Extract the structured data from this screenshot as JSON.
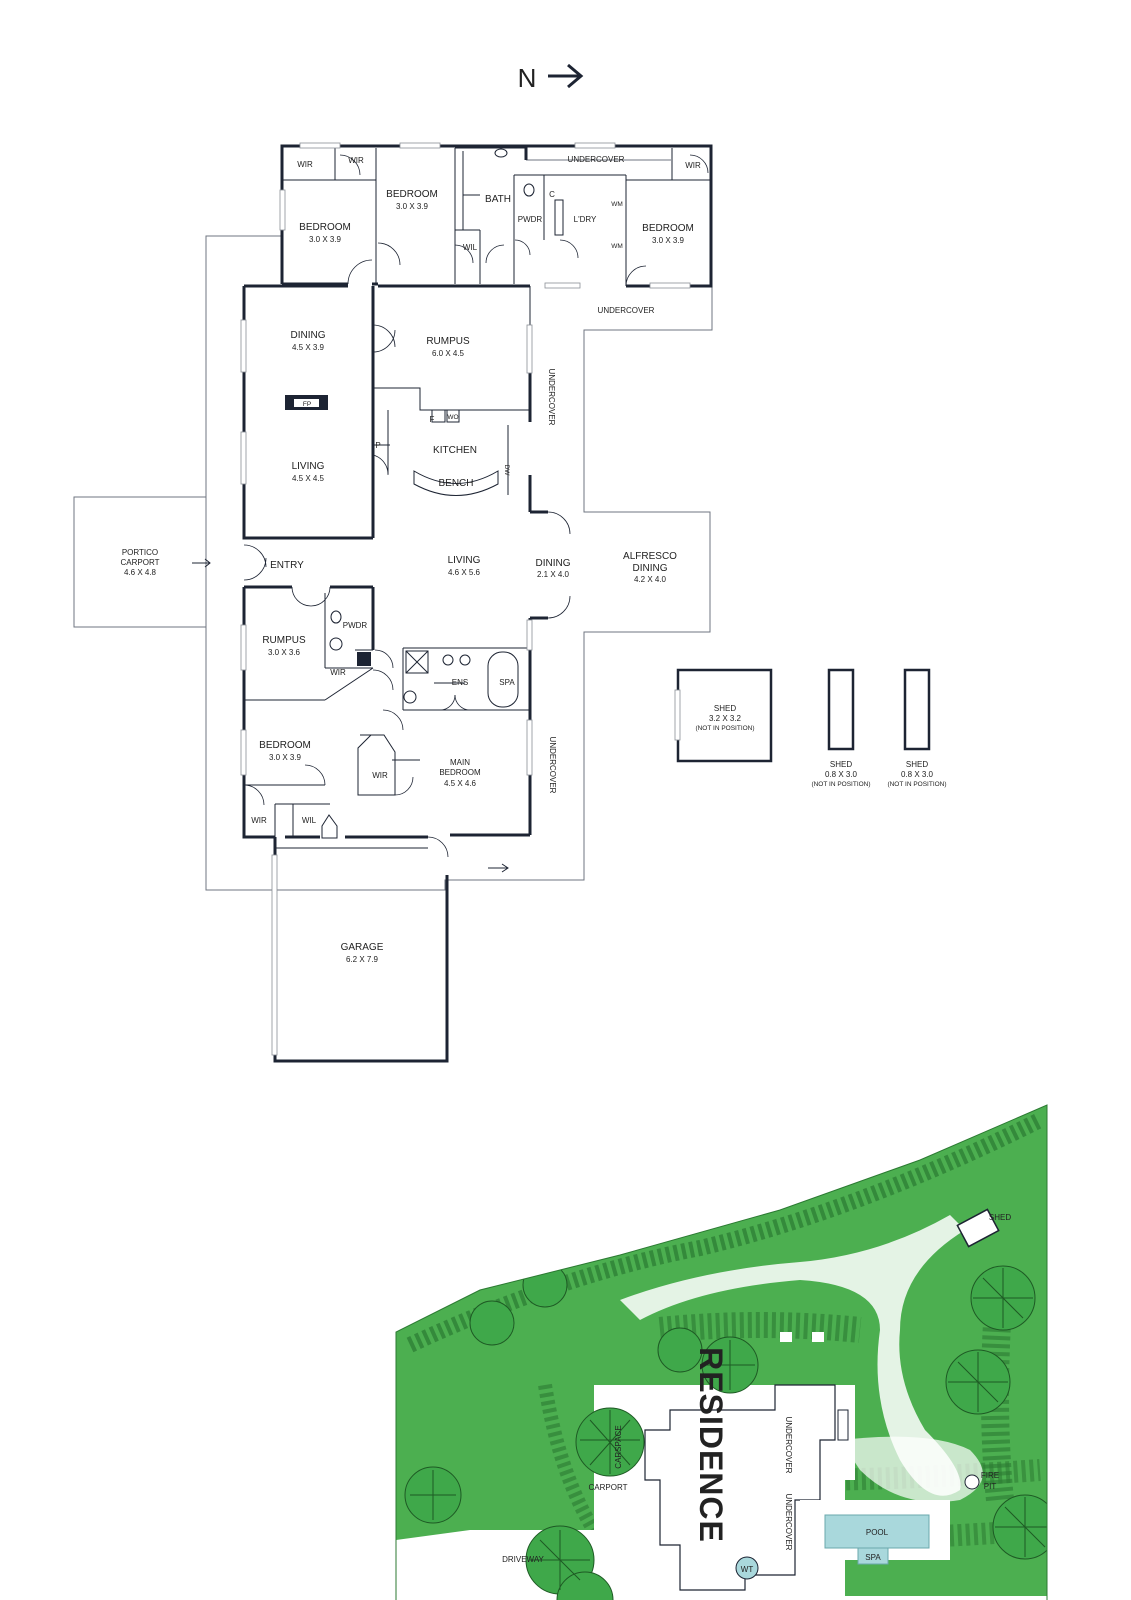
{
  "compass": {
    "label": "N",
    "arrow": "→"
  },
  "rooms": {
    "wir_nw": "WIR",
    "wir_n2": "WIR",
    "bedroom1_name": "BEDROOM",
    "bedroom1_size": "3.0 X 3.9",
    "bedroom2_name": "BEDROOM",
    "bedroom2_size": "3.0 X 3.9",
    "bath": "BATH",
    "wil_top": "WIL",
    "pwdr_top": "PWDR",
    "c_cupboard": "C",
    "ldry": "L'DRY",
    "wm1": "WM",
    "wm2": "WM",
    "wir_ne": "WIR",
    "bedroom3_name": "BEDROOM",
    "bedroom3_size": "3.0 X 3.9",
    "undercover_top": "UNDERCOVER",
    "undercover_mid": "UNDERCOVER",
    "undercover_v1": "UNDERCOVER",
    "undercover_v2": "UNDERCOVER",
    "dining1_name": "DINING",
    "dining1_size": "4.5 X 3.9",
    "rumpus1_name": "RUMPUS",
    "rumpus1_size": "6.0 X 4.5",
    "fp": "FP",
    "f": "F",
    "wo": "WO",
    "dw": "DW",
    "p": "P",
    "kitchen": "KITCHEN",
    "bench": "BENCH",
    "living1_name": "LIVING",
    "living1_size": "4.5 X 4.5",
    "portico_name": "PORTICO",
    "portico_name2": "CARPORT",
    "portico_size": "4.6 X 4.8",
    "entry": "ENTRY",
    "living2_name": "LIVING",
    "living2_size": "4.6 X 5.6",
    "dining2_name": "DINING",
    "dining2_size": "2.1 X 4.0",
    "alfresco_name": "ALFRESCO",
    "alfresco_name2": "DINING",
    "alfresco_size": "4.2 X 4.0",
    "rumpus2_name": "RUMPUS",
    "rumpus2_size": "3.0 X 3.6",
    "pwdr_mid": "PWDR",
    "wir_mid": "WIR",
    "ens": "ENS",
    "spa_room": "SPA",
    "bedroom4_name": "BEDROOM",
    "bedroom4_size": "3.0 X 3.9",
    "main_bed_name": "MAIN",
    "main_bed_name2": "BEDROOM",
    "main_bed_size": "4.5 X 4.6",
    "wir_main": "WIR",
    "wir_sw": "WIR",
    "wil_sw": "WIL",
    "garage_name": "GARAGE",
    "garage_size": "6.2 X 7.9"
  },
  "sheds": [
    {
      "name": "SHED",
      "size": "3.2 X 3.2",
      "note": "(NOT IN POSITION)"
    },
    {
      "name": "SHED",
      "size": "0.8 X 3.0",
      "note": "(NOT IN POSITION)"
    },
    {
      "name": "SHED",
      "size": "0.8 X 3.0",
      "note": "(NOT IN POSITION)"
    }
  ],
  "site": {
    "shed": "SHED",
    "fire_pit_1": "FIRE",
    "fire_pit_2": "PIT",
    "residence": "RESIDENCE",
    "carspace": "CARSPACE",
    "carport": "CARPORT",
    "undercover_1": "UNDERCOVER",
    "undercover_2": "UNDERCOVER",
    "pool": "POOL",
    "spa": "SPA",
    "wt": "WT",
    "driveway": "DRIVEWAY"
  },
  "colors": {
    "grass": "#4caf50",
    "tree": "#3fa84a",
    "wall": "#1d2433",
    "pool": "#a9d8dc",
    "path": "#ffffff"
  }
}
